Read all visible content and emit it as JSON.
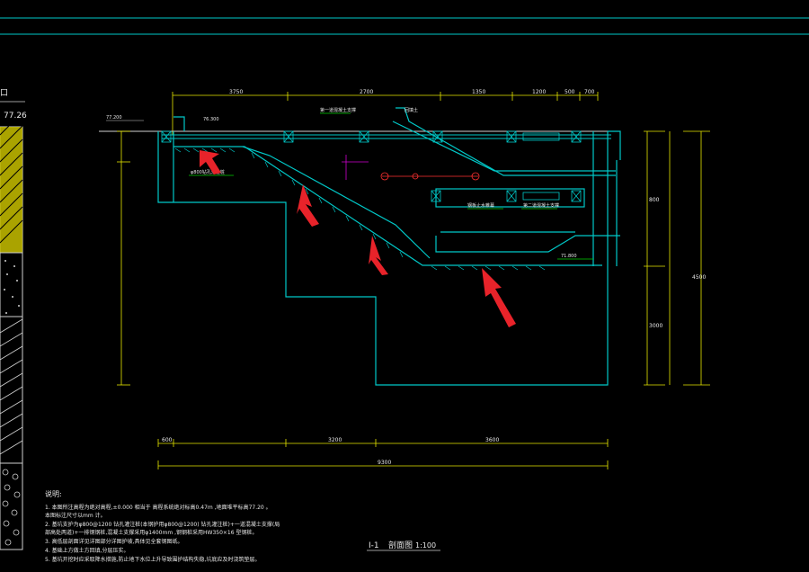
{
  "ui": {
    "scale_label": "77.26",
    "section_title": "I-1",
    "section_name": "剖面图",
    "section_scale": "1:100",
    "notes_title": "说明:",
    "notes": [
      "1. 本图所注高程为绝对高程,±0.000    相当于   高程系统绝对标高0.47m    ,地面堆平标高77.20  。",
      "   本图标注尺寸以mm   计。",
      "2. 基坑支护为φ800@1200      钻孔灌注桩(本钢护用φ800@1200)      钻孔灌注桩)+一道混凝土支撑(局",
      "   部高处两道)+一排钢钢桩,混凝土支撑采用φ1400mm        ,钢钢桩采用HW350×16      型钢桩。",
      "3. 高低层剖面详见详图部分详图护坡,具体见全套钢图纸。",
      "4. 基础上方做土方回填,分层压实。",
      "5. 基坑开挖时应采取降水措施,防止地下水位上升导致围护结构失稳,坑底应及时浇筑垫层。"
    ],
    "dimensions_top": [
      "3750",
      "2700",
      "1350",
      "1200",
      "500",
      "700"
    ],
    "dimensions_bottom": [
      "600",
      "3200",
      "3600"
    ],
    "dimension_total": "9300",
    "dimensions_right": [
      "800",
      "3000",
      "4500"
    ],
    "elevation_labels": [
      "77.200",
      "76.300",
      "71.800"
    ],
    "callouts": [
      "φ800钻孔灌注桩",
      "第一道混凝土支撑",
      "钢板止水帷幕",
      "第二道混凝土支撑",
      "回填土"
    ]
  }
}
